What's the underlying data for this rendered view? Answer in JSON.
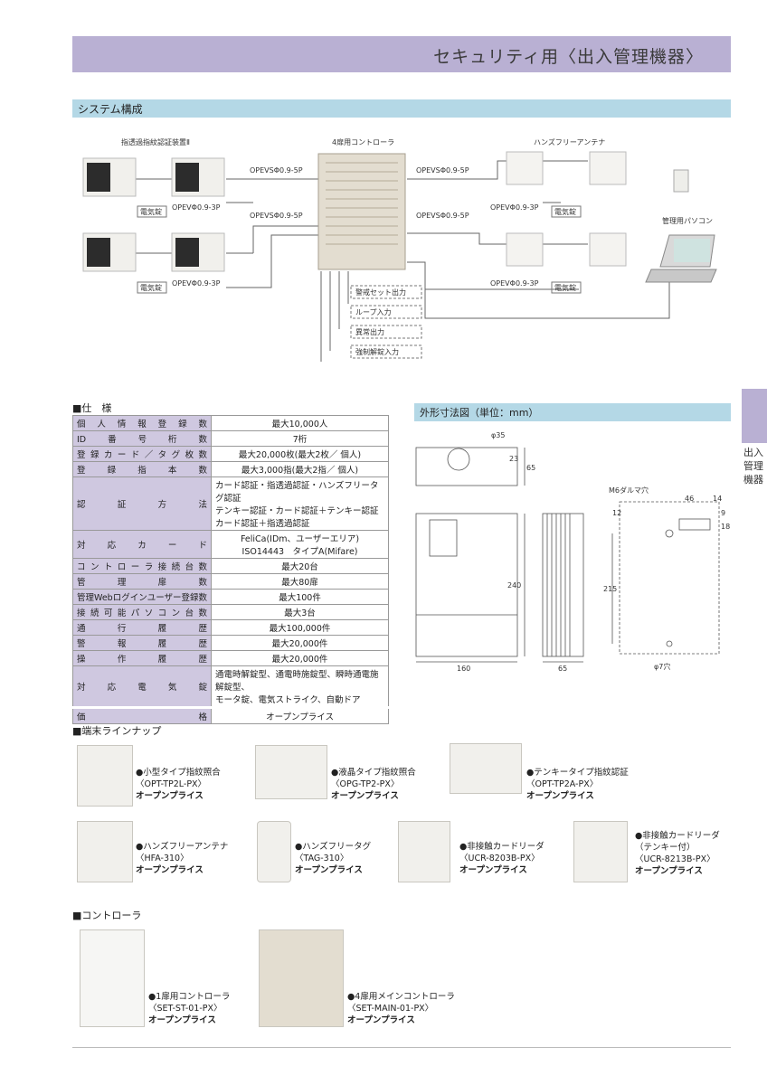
{
  "header": {
    "title": "セキュリティ用〈出入管理機器〉"
  },
  "side_tab": {
    "label": "出入管理機器"
  },
  "system": {
    "section_title": "システム構成",
    "labels": {
      "finger_device": "指透過指紋認証装置Ⅱ",
      "controller4": "4扉用コントローラ",
      "handsfree_antenna": "ハンズフリーアンテナ",
      "admin_pc": "管理用パソコン",
      "cable_5p": "OPEVSΦ0.9-5P",
      "cable_3p": "OPEVΦ0.9-3P",
      "lock": "電気錠",
      "alarm_set_out": "警戒セット出力",
      "loop_in": "ループ入力",
      "abnormal_out": "異常出力",
      "force_unlock_in": "強制解錠入力"
    }
  },
  "spec": {
    "title": "■仕　様",
    "rows": [
      {
        "k": "個人情報登録数",
        "v": "最大10,000人"
      },
      {
        "k": "ID番号桁数",
        "v": "7桁"
      },
      {
        "k": "登録カード／タグ枚数",
        "v": "最大20,000枚(最大2枚／ 個人)"
      },
      {
        "k": "登録指本数",
        "v": "最大3,000指(最大2指／ 個人)"
      },
      {
        "k": "認証方法",
        "v": "カード認証・指透過認証・ハンズフリータグ認証\nテンキー認証・カード認証＋テンキー認証\nカード認証＋指透過認証"
      },
      {
        "k": "対応カード",
        "v": "FeliCa(IDm、ユーザーエリア)\nISO14443　タイプA(Mifare)"
      },
      {
        "k": "コントローラ接続台数",
        "v": "最大20台"
      },
      {
        "k": "管理扉数",
        "v": "最大80扉"
      },
      {
        "k": "管理Webログインユーザー登録数",
        "v": "最大100件"
      },
      {
        "k": "接続可能パソコン台数",
        "v": "最大3台"
      },
      {
        "k": "通行履歴",
        "v": "最大100,000件"
      },
      {
        "k": "警報履歴",
        "v": "最大20,000件"
      },
      {
        "k": "操作履歴",
        "v": "最大20,000件"
      },
      {
        "k": "対応電気錠",
        "v": "通電時解錠型、通電時施錠型、瞬時通電施解錠型、\nモータ錠、電気ストライク、自動ドア"
      },
      {
        "k": "価格",
        "v": "オープンプライス"
      }
    ]
  },
  "dimensions": {
    "title": "外形寸法図（単位：mm）",
    "labels": {
      "d35": "φ35",
      "d23": "23",
      "d65a": "65",
      "d240": "240",
      "d160": "160",
      "d65b": "65",
      "m6": "M6ダルマ穴",
      "d46": "46",
      "d14": "14",
      "d12": "12",
      "d9": "9",
      "d18": "18",
      "d215": "215",
      "d7": "φ7穴"
    }
  },
  "lineup": {
    "title": "■端末ラインナップ",
    "items": [
      {
        "name": "●小型タイプ指紋照合",
        "model": "〈OPT-TP2L-PX〉",
        "price": "オープンプライス"
      },
      {
        "name": "●液晶タイプ指紋照合",
        "model": "〈OPG-TP2-PX〉",
        "price": "オープンプライス"
      },
      {
        "name": "●テンキータイプ指紋認証",
        "model": "〈OPT-TP2A-PX〉",
        "price": "オープンプライス"
      },
      {
        "name": "●ハンズフリーアンテナ",
        "model": "〈HFA-310〉",
        "price": "オープンプライス"
      },
      {
        "name": "●ハンズフリータグ",
        "model": "〈TAG-310〉",
        "price": "オープンプライス"
      },
      {
        "name": "●非接触カードリーダ",
        "model": "〈UCR-8203B-PX〉",
        "price": "オープンプライス"
      },
      {
        "name": "●非接触カードリーダ",
        "sub": "（テンキー付）",
        "model": "〈UCR-8213B-PX〉",
        "price": "オープンプライス"
      }
    ]
  },
  "controllers": {
    "title": "■コントローラ",
    "items": [
      {
        "name": "●1扉用コントローラ",
        "model": "〈SET-ST-01-PX〉",
        "price": "オープンプライス"
      },
      {
        "name": "●4扉用メインコントローラ",
        "model": "〈SET-MAIN-01-PX〉",
        "price": "オープンプライス"
      }
    ]
  },
  "colors": {
    "title_bar": "#b9b0d3",
    "section_bar": "#b4d8e6",
    "spec_key": "#cfc8e0"
  }
}
